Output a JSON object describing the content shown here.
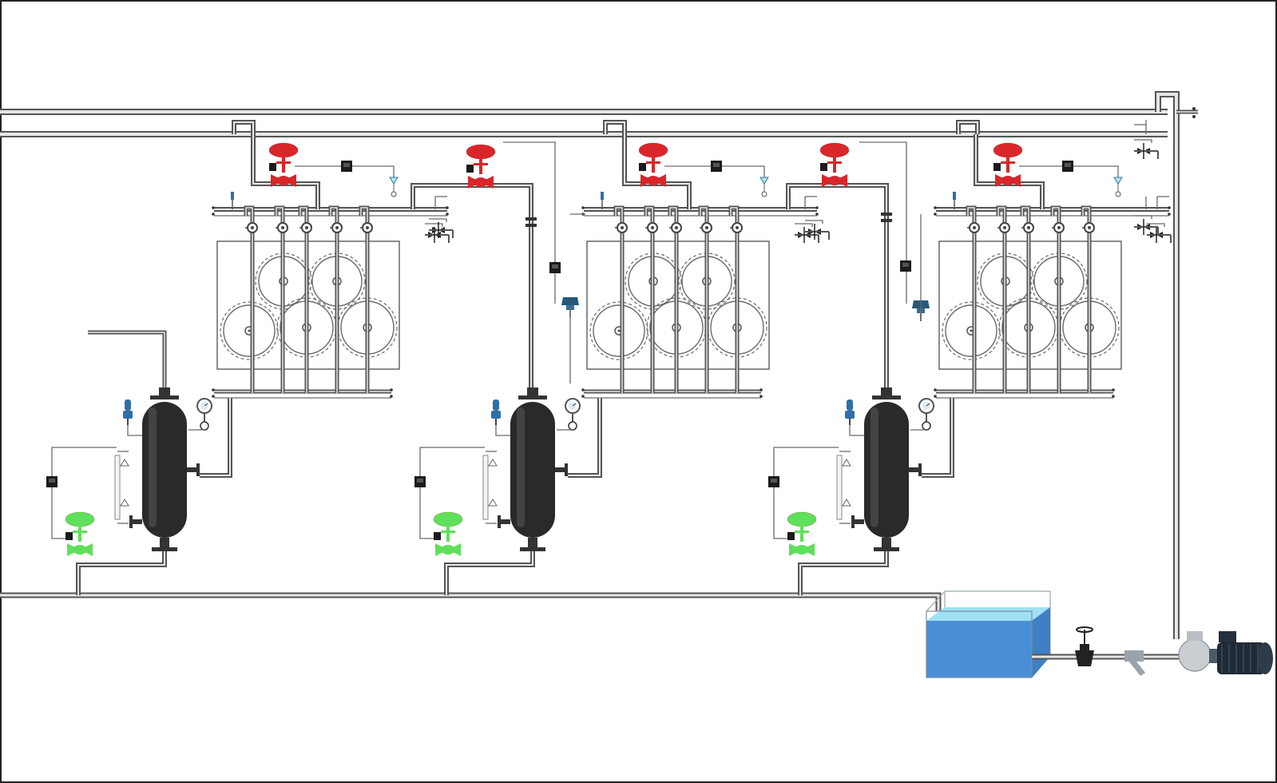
{
  "diagram": {
    "units": [
      {
        "id": "unit-1",
        "dryer_cylinders": 5,
        "header_taps": 5
      },
      {
        "id": "unit-2",
        "dryer_cylinders": 5,
        "header_taps": 5
      },
      {
        "id": "unit-3",
        "dryer_cylinders": 5,
        "header_taps": 5
      }
    ],
    "equipment": {
      "steam_control_valves": 5,
      "condensate_control_valves": 3,
      "separator_tanks": 3,
      "condensate_tank": 1,
      "pump": 1,
      "gate_valve": 1,
      "strainer": 1
    },
    "colors": {
      "background": "#ffffff",
      "pipe": "#555555",
      "pipe_inner": "#e6e6e6",
      "steam_valve": "#d9262a",
      "condensate_valve": "#5fe05a",
      "tank_body": "#2a2a2a",
      "water": "#4a8ed6",
      "water_surface": "#9fe0f5",
      "pump": "#1e2a36",
      "instrument_blue": "#2f6fa8",
      "controller": "#1b1b1b"
    }
  }
}
